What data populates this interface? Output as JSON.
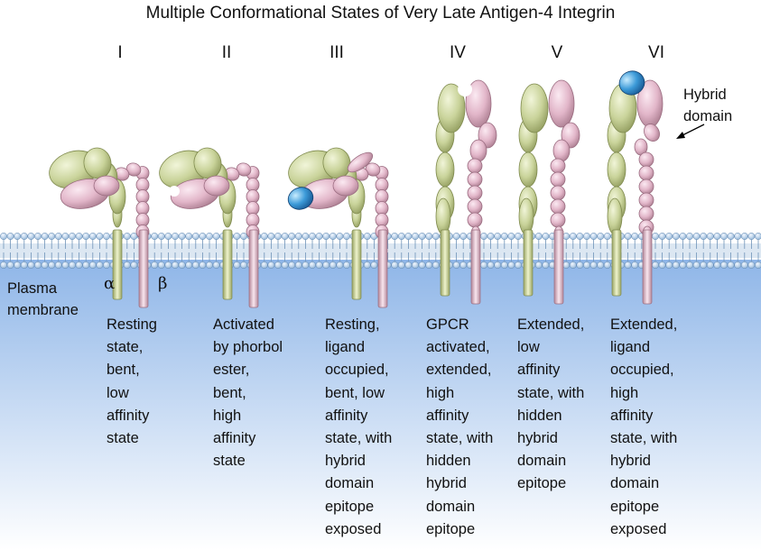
{
  "title": "Multiple Conformational States of Very Late Antigen-4 Integrin",
  "states": [
    {
      "numeral": "I",
      "description": "Resting\nstate,\nbent,\nlow\naffinity\nstate"
    },
    {
      "numeral": "II",
      "description": "Activated\nby phorbol\nester,\nbent,\nhigh\naffinity\nstate"
    },
    {
      "numeral": "III",
      "description": "Resting,\nligand\noccupied,\nbent, low\naffinity\nstate, with\nhybrid\ndomain\nepitope\nexposed"
    },
    {
      "numeral": "IV",
      "description": "GPCR\nactivated,\nextended,\nhigh\naffinity\nstate, with\nhidden\nhybrid\ndomain\nepitope"
    },
    {
      "numeral": "V",
      "description": "Extended,\nlow\naffinity\nstate, with\nhidden\nhybrid\ndomain\nepitope"
    },
    {
      "numeral": "VI",
      "description": "Extended,\nligand\noccupied,\nhigh\naffinity\nstate, with\nhybrid\ndomain\nepitope\nexposed"
    }
  ],
  "labels": {
    "membrane": "Plasma\nmembrane",
    "alpha": "α",
    "beta": "β",
    "hybrid_domain": "Hybrid\ndomain"
  },
  "colors": {
    "alpha_subunit": "#c9d39a",
    "beta_subunit": "#e2b6c9",
    "ligand": "#3c9ad8",
    "lipid_head": "#8fb3d6",
    "background_water": "#8fb6e8"
  }
}
